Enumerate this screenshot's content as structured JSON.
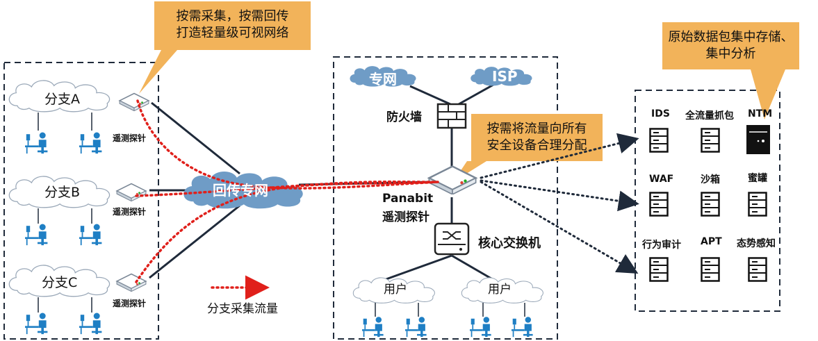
{
  "callouts": {
    "top_left": {
      "line1": "按需采集，按需回传",
      "line2": "打造轻量级可视网络"
    },
    "top_right": {
      "line1": "原始数据包集中存储、",
      "line2": "集中分析"
    },
    "middle": {
      "line1": "按需将流量向所有",
      "line2": "安全设备合理分配"
    }
  },
  "branches": [
    {
      "name": "分支A",
      "probe_label": "遥测探针"
    },
    {
      "name": "分支B",
      "probe_label": "遥测探针"
    },
    {
      "name": "分支C",
      "probe_label": "遥测探针"
    }
  ],
  "backhaul_cloud": "回传专网",
  "legend": {
    "label": "分支采集流量"
  },
  "hq": {
    "cloud_private": "专网",
    "cloud_isp": "ISP",
    "firewall": "防火墙",
    "probe_line1": "Panabit",
    "probe_line2": "遥测探针",
    "core_switch": "核心交换机",
    "user_clouds": [
      "用户",
      "用户"
    ]
  },
  "security_devices": [
    "IDS",
    "全流量抓包",
    "NTM",
    "WAF",
    "沙箱",
    "蜜罐",
    "行为审计",
    "APT",
    "态势感知"
  ],
  "colors": {
    "callout_fill": "#f2b35a",
    "accent_blue": "#1f7fc4",
    "cloud_blue": "#6f9cc6",
    "dark_line": "#1f2a3a",
    "red_dots": "#e0201b"
  }
}
